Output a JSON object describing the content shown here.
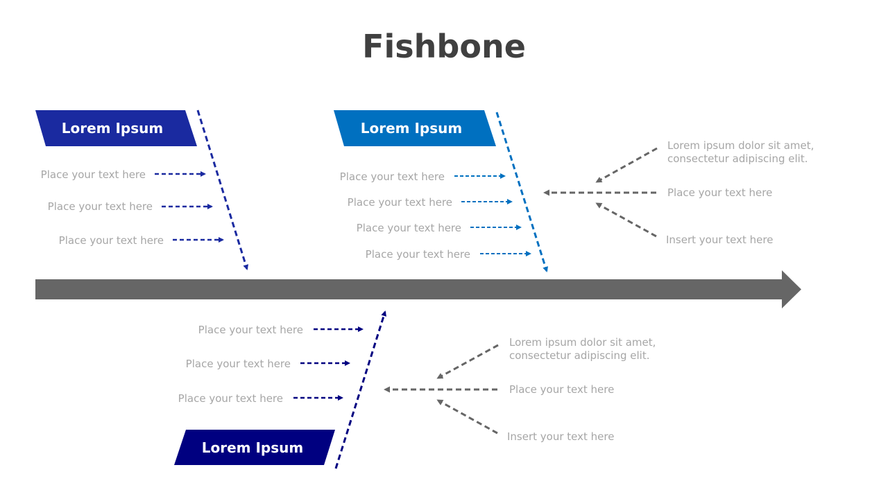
{
  "title": "Fishbone",
  "colors": {
    "title": "#404040",
    "spine": "#666666",
    "bone1": "#1a2aa0",
    "bone2": "#0070c0",
    "bone3": "#000080",
    "sub_arrows": "#666666",
    "item_text": "#a6a6a6"
  },
  "bones": [
    {
      "header": "Lorem Ipsum",
      "items": [
        "Place your text here",
        "Place your text here",
        "Place your text here"
      ]
    },
    {
      "header": "Lorem Ipsum",
      "items": [
        "Place your text here",
        "Place your text here",
        "Place your text here",
        "Place your text here"
      ]
    },
    {
      "header": "Lorem Ipsum",
      "items": [
        "Place your text here",
        "Place your text here",
        "Place your text here"
      ]
    }
  ],
  "side_groups": [
    {
      "line1": "Lorem ipsum dolor sit amet,",
      "line2": "consectetur adipiscing elit.",
      "middle": "Place your text here",
      "bottom": "Insert your text here"
    },
    {
      "line1": "Lorem ipsum dolor sit amet,",
      "line2": "consectetur adipiscing elit.",
      "middle": "Place your text here",
      "bottom": "Insert your text here"
    }
  ]
}
